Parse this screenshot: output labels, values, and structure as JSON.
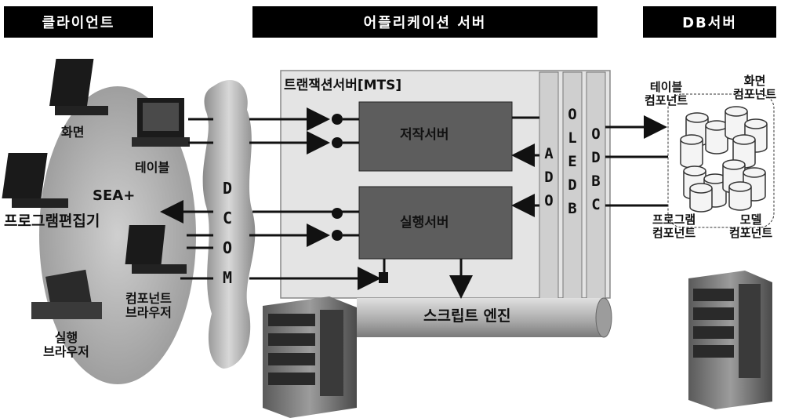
{
  "headers": {
    "client": "클라이언트",
    "app_server": "어플리케이션 서버",
    "db_server": "DB서버"
  },
  "client": {
    "screen": "화면",
    "table": "테이블",
    "editor_line1": "SEA+",
    "editor_line2": "프로그램편집기",
    "component_browser": [
      "컴포넌트",
      "브라우저"
    ],
    "exec_browser": [
      "실행",
      "브라우저"
    ]
  },
  "dcom": [
    "D",
    "C",
    "O",
    "M"
  ],
  "mts": {
    "title": "트랜잭션서버[MTS]",
    "store_server": "저작서버",
    "exec_server": "실행서버",
    "script_engine": "스크립트 엔진"
  },
  "layers": {
    "ado": [
      "A",
      "D",
      "O"
    ],
    "oledb": [
      "O",
      "L",
      "E",
      "D",
      "B"
    ],
    "odbc": [
      "O",
      "D",
      "B",
      "C"
    ]
  },
  "db": {
    "table_component": [
      "테이블",
      "컴포넌트"
    ],
    "screen_component": [
      "화면",
      "컴포넌트"
    ],
    "program_component": [
      "프로그램",
      "컴포넌트"
    ],
    "model_component": [
      "모델",
      "컴포넌트"
    ]
  }
}
